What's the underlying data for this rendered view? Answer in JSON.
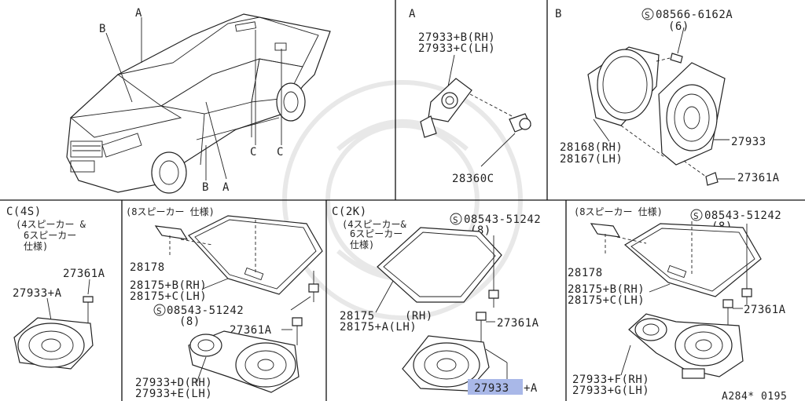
{
  "panels": {
    "car": {
      "label_a": "A",
      "label_b": "B",
      "label_b2": "B",
      "label_a2": "A",
      "label_c1": "C",
      "label_c2": "C"
    },
    "panel_a": {
      "title": "A",
      "pn_rh": "27933+B(RH)",
      "pn_lh": "27933+C(LH)",
      "pn_clip": "28360C"
    },
    "panel_b": {
      "title": "B",
      "screw": "08566-6162A",
      "screw_qty": "(6)",
      "screw_s": "S",
      "speaker": "27933",
      "bracket_rh": "28168(RH)",
      "bracket_lh": "28167(LH)",
      "screw2": "27361A"
    },
    "panel_c4s": {
      "title": "C(4S)",
      "note_1": "(4スピーカー &",
      "note_2": "6スピーカー",
      "note_3": "仕様)",
      "pn_screw": "27361A",
      "pn_speaker": "27933+A"
    },
    "panel_c4s_8sp": {
      "title": "(8スピーカー 仕様)",
      "pn_cap": "28178",
      "pn_rh": "28175+B(RH)",
      "pn_lh": "28175+C(LH)",
      "screw_s": "S",
      "screw": "08543-51242",
      "screw_qty": "(8)",
      "pn_screw2": "27361A",
      "pn_sp_rh": "27933+D(RH)",
      "pn_sp_lh": "27933+E(LH)"
    },
    "panel_c2k": {
      "title": "C(2K)",
      "note_1": "(4スピーカー&",
      "note_2": "6スピーカー",
      "note_3": "仕様)",
      "screw_s": "S",
      "screw": "08543-51242",
      "screw_qty": "(8)",
      "pn_board": "28175",
      "pn_rh_tag": "(RH)",
      "pn_board2": "28175+A(LH)",
      "pn_screw2": "27361A",
      "pn_speaker_hl": "27933",
      "pn_speaker_suffix": "+A"
    },
    "panel_c2k_8sp": {
      "title": "(8スピーカー 仕様)",
      "screw_s": "S",
      "screw": "08543-51242",
      "screw_qty": "(8)",
      "pn_cap": "28178",
      "pn_rh": "28175+B(RH)",
      "pn_lh": "28175+C(LH)",
      "pn_screw2": "27361A",
      "pn_sp_rh": "27933+F(RH)",
      "pn_sp_lh": "27933+G(LH)"
    },
    "footer": {
      "code": "A284* 0195"
    }
  },
  "colors": {
    "highlight": "#a9b8e8",
    "ink": "#222222"
  }
}
